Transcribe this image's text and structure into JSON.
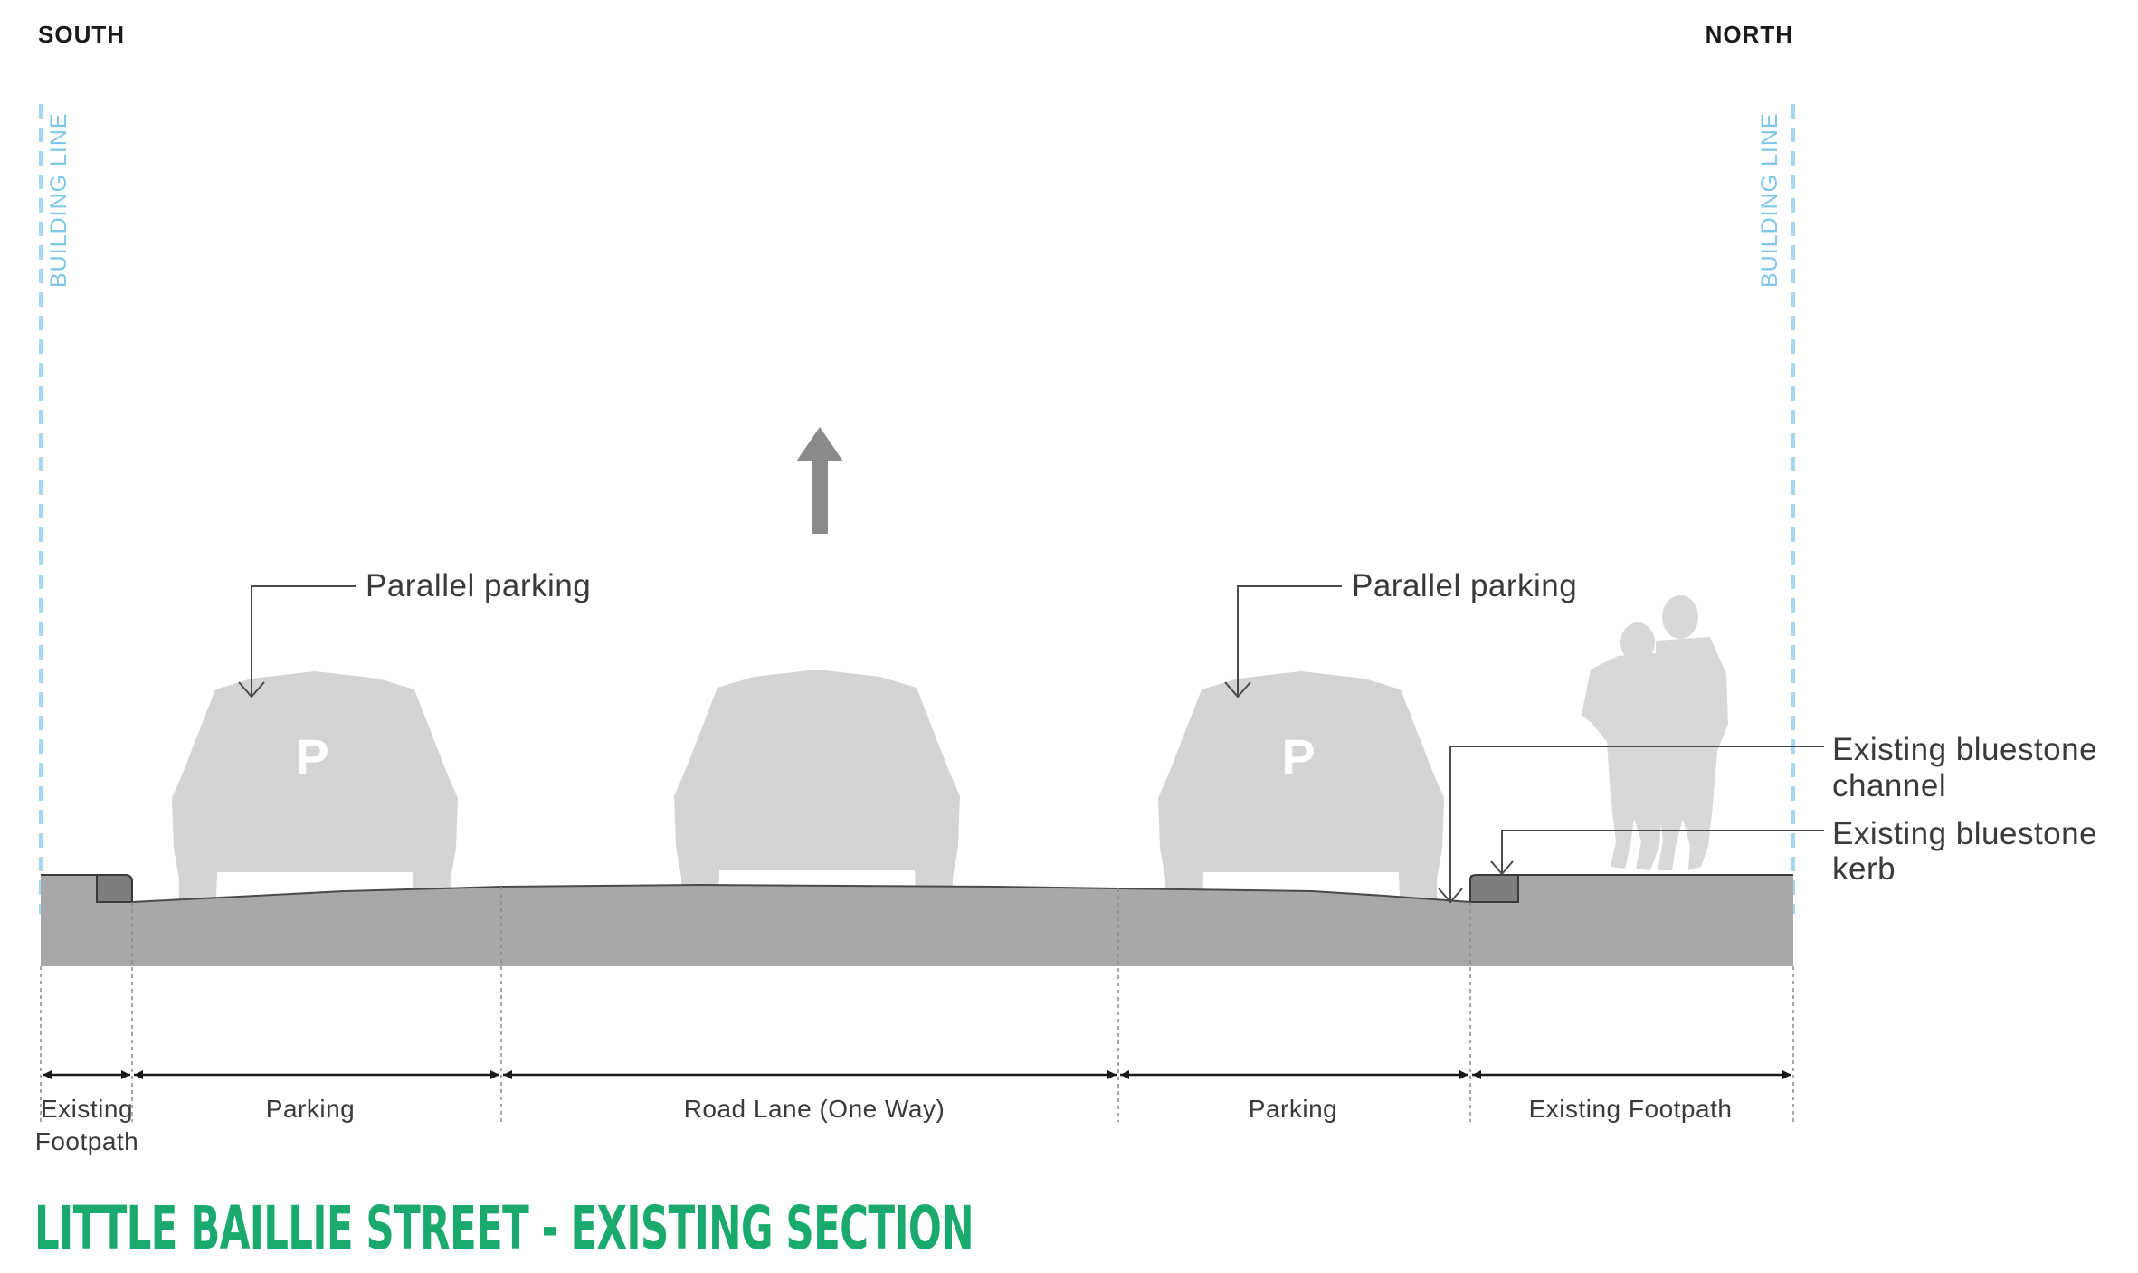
{
  "directions": {
    "left": "SOUTH",
    "right": "NORTH"
  },
  "building_line": {
    "label": "BUILDING LINE",
    "color": "#A8D8F0"
  },
  "callouts": {
    "parking_left": "Parallel parking",
    "parking_right": "Parallel parking",
    "channel_line1": "Existing bluestone",
    "channel_line2": "channel",
    "kerb_line1": "Existing bluestone",
    "kerb_line2": "kerb"
  },
  "parking_symbol": "P",
  "dimensions": {
    "footpath_south_line1": "Existing",
    "footpath_south_line2": "Footpath",
    "parking_south": "Parking",
    "road_lane": "Road Lane (One Way)",
    "parking_north": "Parking",
    "footpath_north": "Existing Footpath"
  },
  "title": "LITTLE BAILLIE STREET - EXISTING SECTION",
  "colors": {
    "title": "#1BAA6E",
    "ground": "#A8A8AA",
    "kerb": "#7D7D80",
    "vehicle": "#D3D4D6",
    "pedestrian": "#D8D8DA",
    "arrow": "#8A8A8C",
    "leader": "#4A4A4A"
  },
  "icons": {
    "direction_arrow": "up-arrow-icon",
    "pedestrians": "pedestrians-silhouette-icon",
    "vehicle": "car-rear-view-icon"
  }
}
